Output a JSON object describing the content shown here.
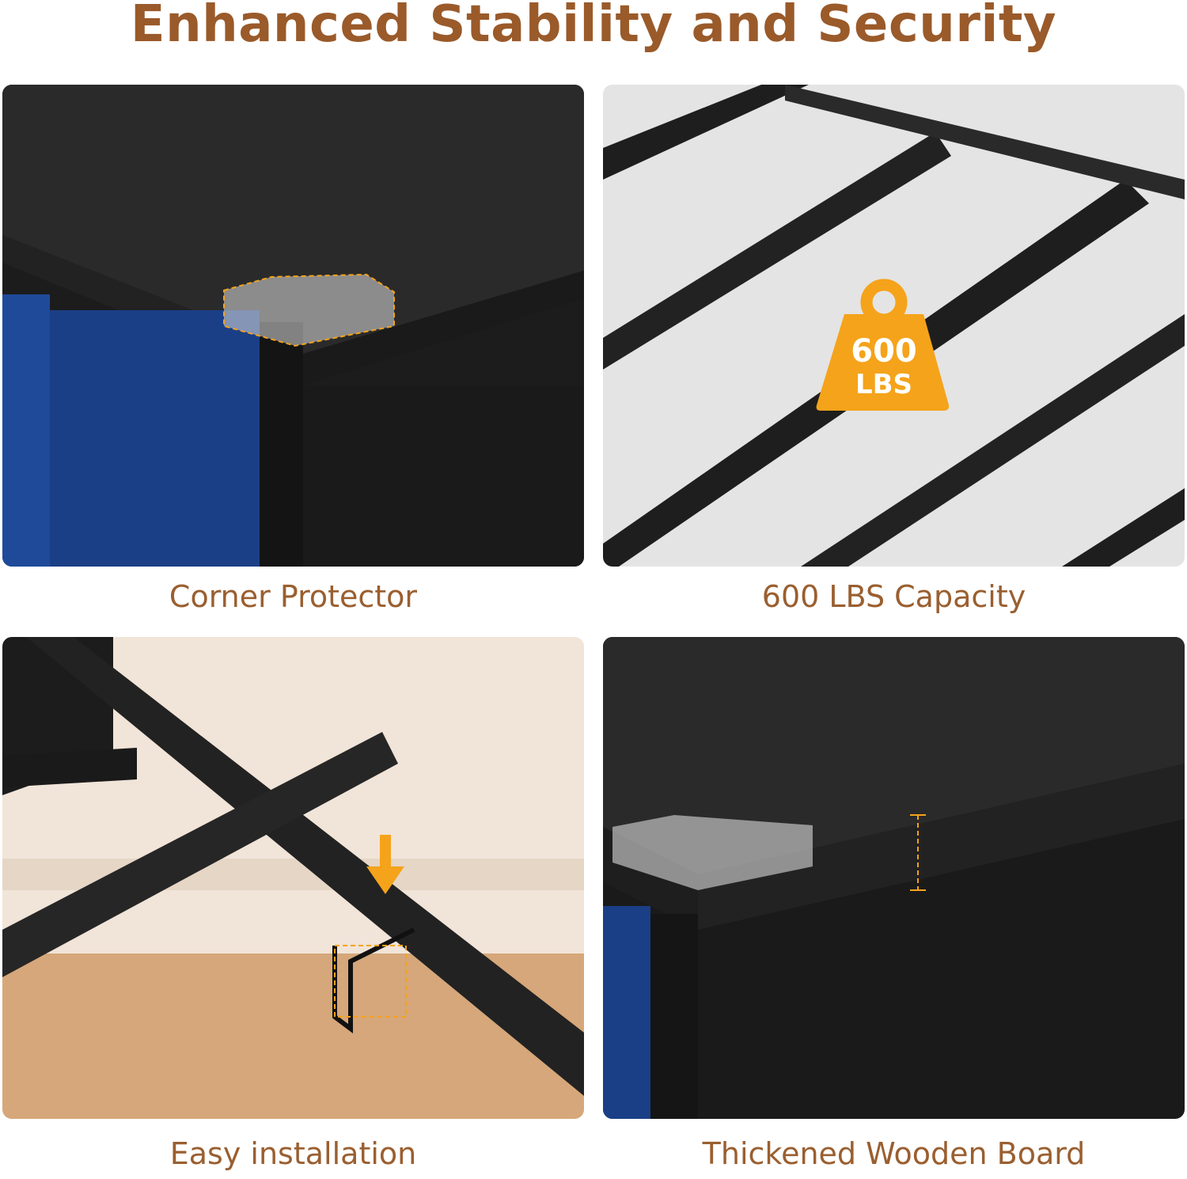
{
  "title": "Enhanced Stability and Security",
  "features": [
    {
      "caption": "Corner Protector"
    },
    {
      "caption": "600 LBS Capacity",
      "badge": {
        "value": "600",
        "unit": "LBS",
        "icon": "weight-icon",
        "color": "#f5a31a"
      }
    },
    {
      "caption": "Easy installation"
    },
    {
      "caption": "Thickened Wooden Board"
    }
  ],
  "colors": {
    "title": "#9a5a2a",
    "caption": "#9a5f30",
    "accent": "#f5a31a"
  }
}
